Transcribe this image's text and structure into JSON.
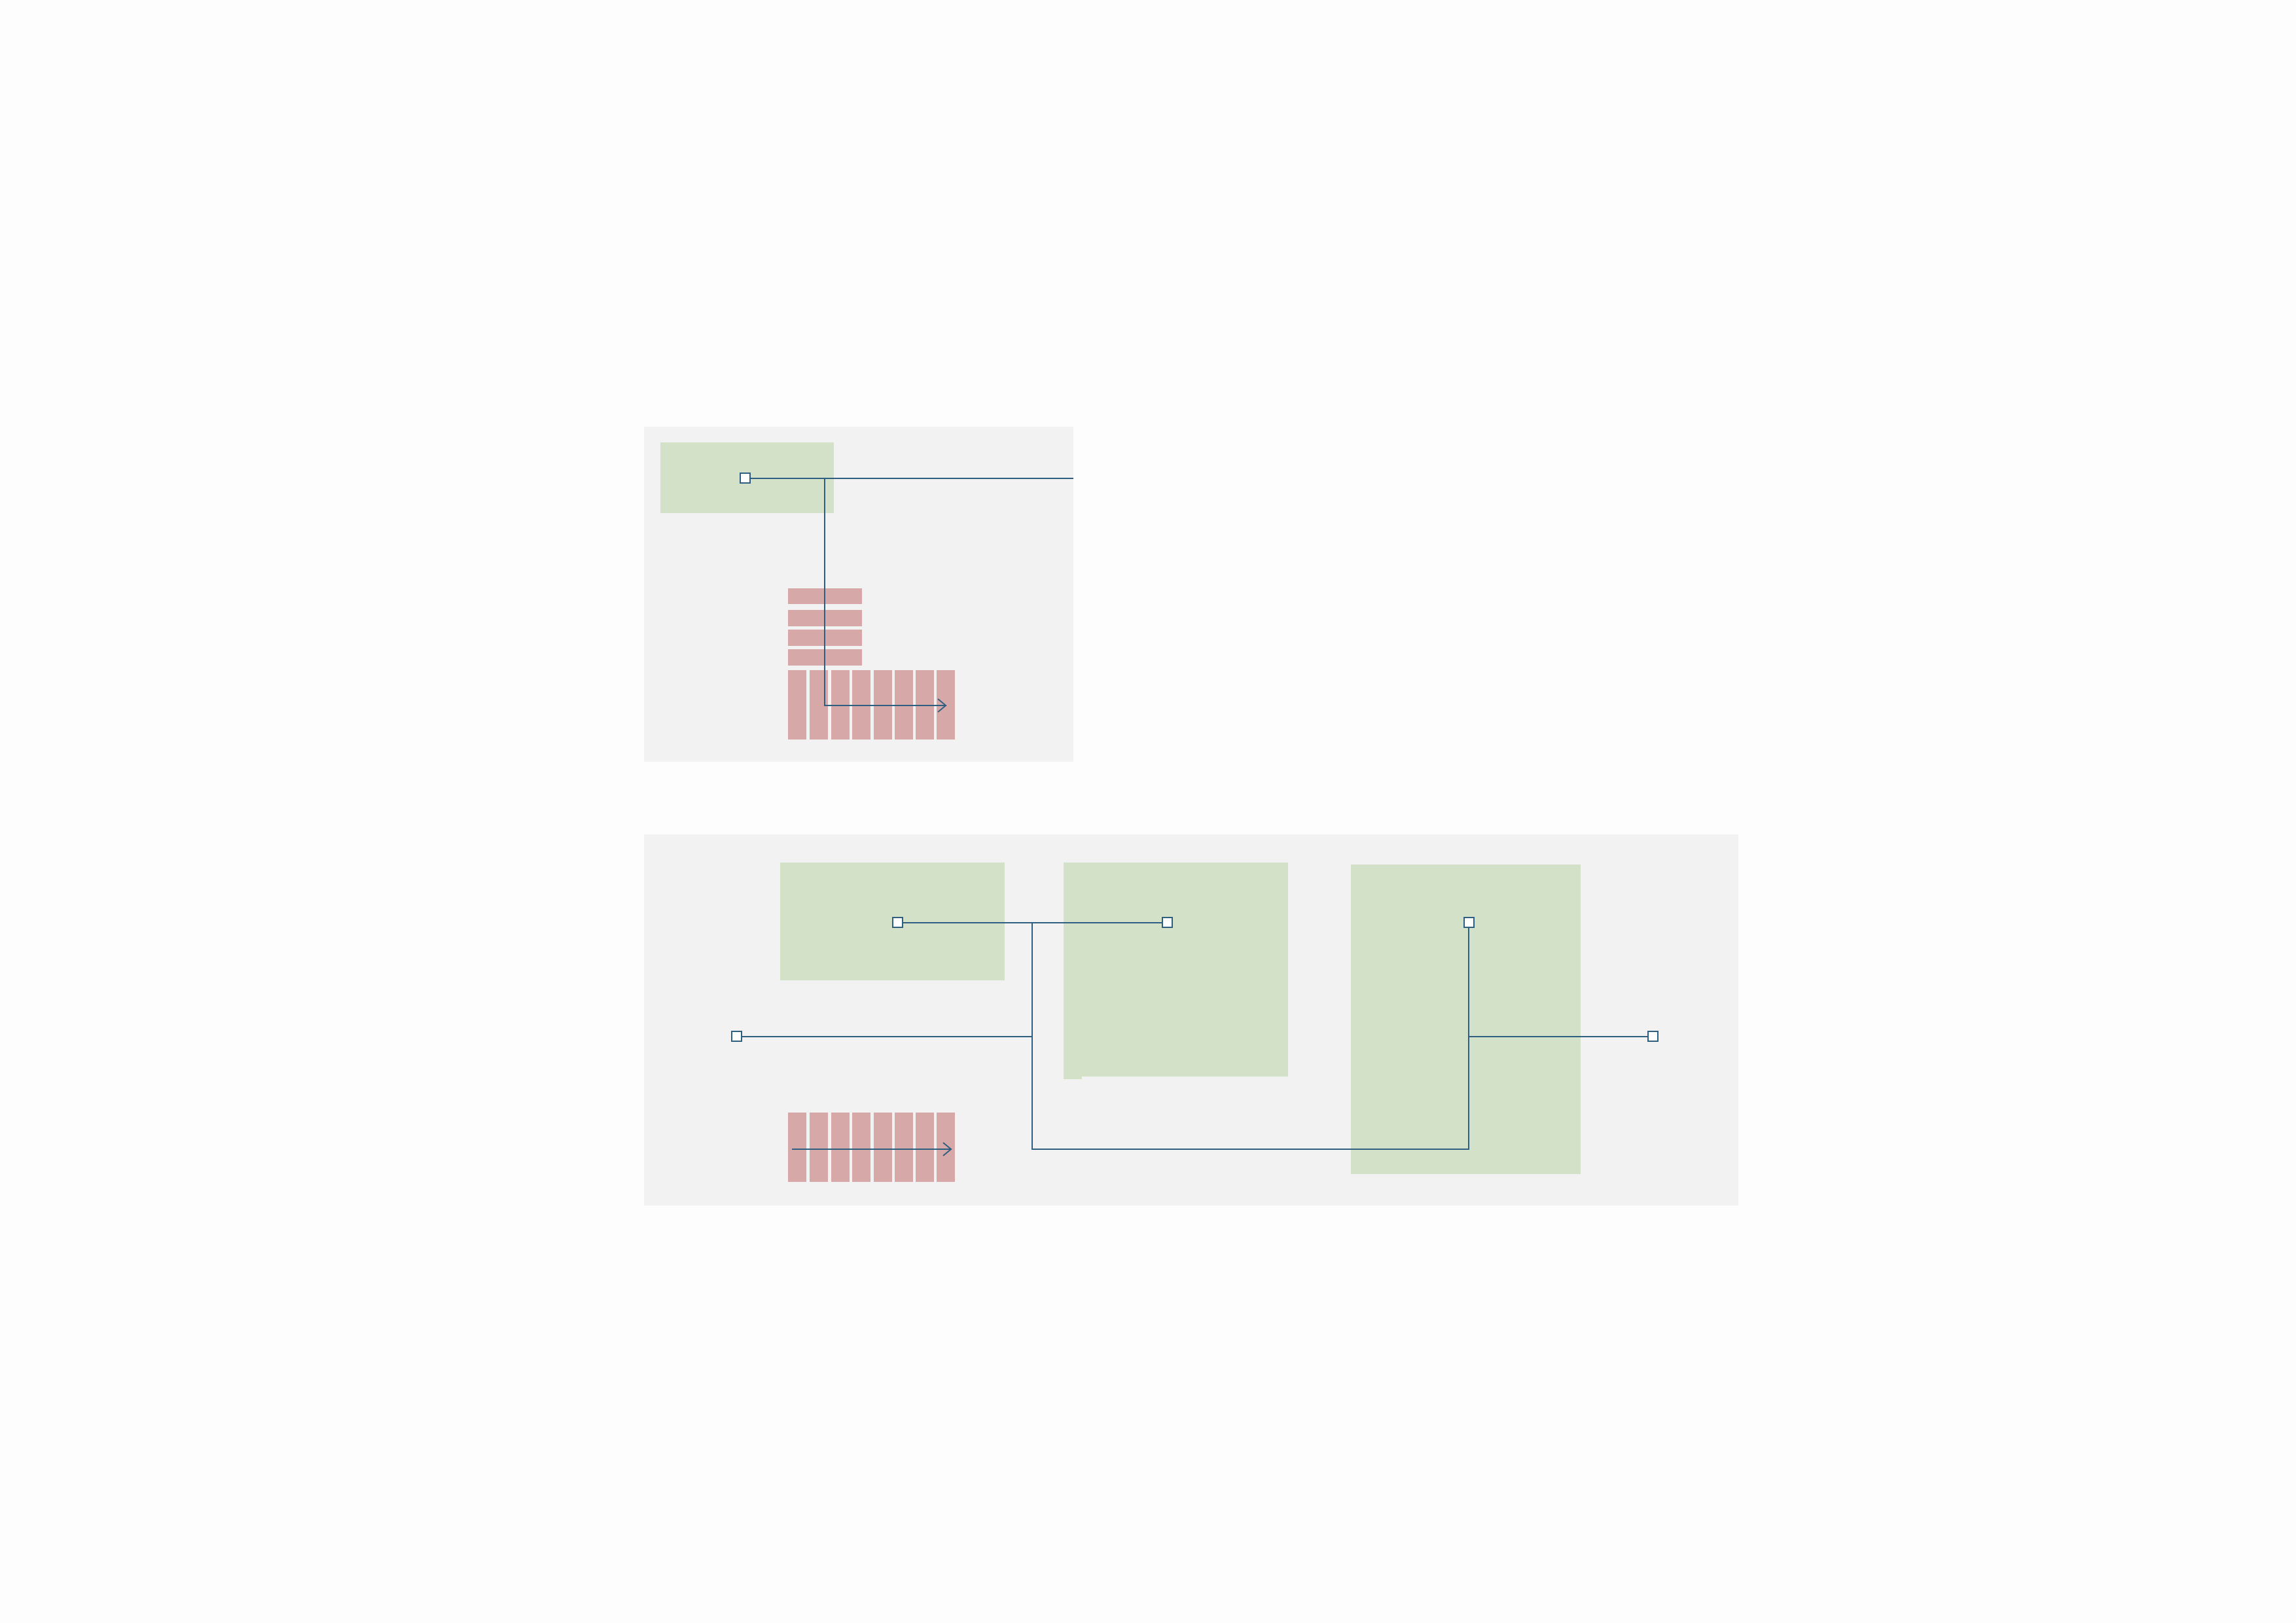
{
  "colors": {
    "page_background": "#fdfdfd",
    "panel_fill": "#f2f2f2",
    "block_fill": "#d2e1c7",
    "queue_fill": "#d7a8a8",
    "wire_stroke": "#2f5f80",
    "port_fill": "#ffffff"
  },
  "diagram": {
    "panels": [
      "panel-top",
      "panel-bottom"
    ],
    "blocks": [
      "top-block",
      "bottom-block-1",
      "bottom-block-2",
      "bottom-block-3"
    ],
    "queues": [
      "top-stack-queue",
      "top-row-queue",
      "bottom-row-queue"
    ],
    "ports_count": 6,
    "arrow_heads": 2
  }
}
